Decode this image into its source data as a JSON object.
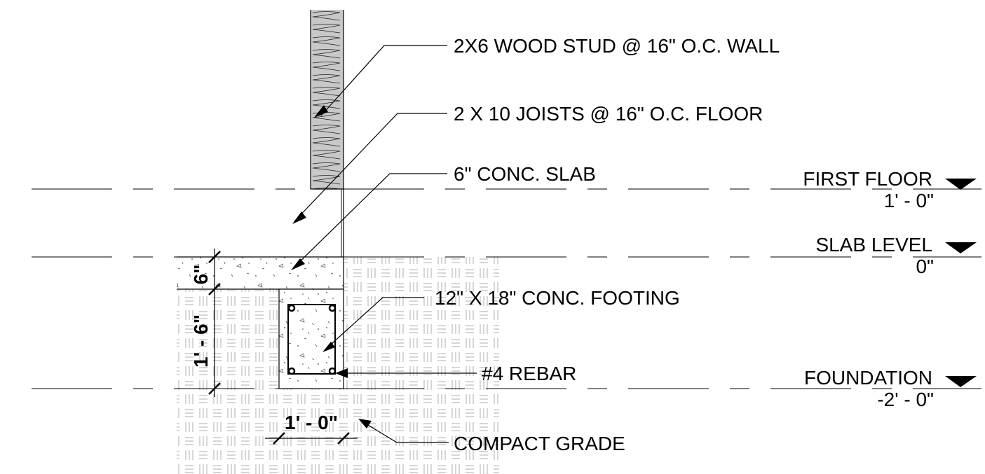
{
  "callouts": {
    "wall": "2X6 WOOD STUD @ 16\" O.C. WALL",
    "joists": "2 X 10 JOISTS @ 16\" O.C. FLOOR",
    "slab": "6\" CONC. SLAB",
    "footing": "12\" X 18\" CONC. FOOTING",
    "rebar": "#4 REBAR",
    "grade": "COMPACT GRADE"
  },
  "levels": {
    "first_floor": {
      "name": "FIRST FLOOR",
      "elevation": "1' - 0\""
    },
    "slab_level": {
      "name": "SLAB LEVEL",
      "elevation": "0\""
    },
    "foundation": {
      "name": "FOUNDATION",
      "elevation": "-2' - 0\""
    }
  },
  "dimensions": {
    "slab_thickness": "6\"",
    "footing_depth": "1' - 6\"",
    "footing_width": "1' - 0\""
  }
}
